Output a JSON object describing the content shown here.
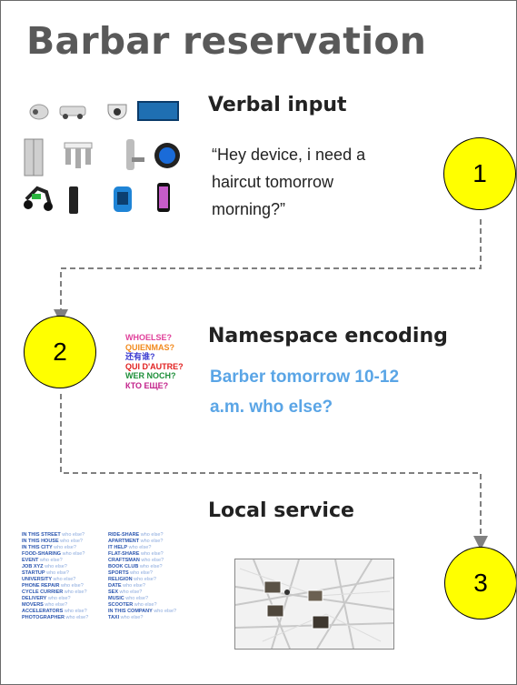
{
  "title": "Barbar reservation",
  "sections": {
    "verbal": {
      "heading": "Verbal input",
      "quote": "“Hey device, i need a haircut tomorrow morning?”"
    },
    "namespace": {
      "heading": "Namespace encoding",
      "encoded": "Barber  tomorrow 10-12 a.m. who else?"
    },
    "local": {
      "heading": "Local service"
    }
  },
  "steps": [
    {
      "number": "1"
    },
    {
      "number": "2"
    },
    {
      "number": "3"
    }
  ],
  "word_art": [
    {
      "text": "WHOELSE?",
      "color": "#e0409a"
    },
    {
      "text": "QUIENMAS?",
      "color": "#f28a1e"
    },
    {
      "text": "还有谁?",
      "color": "#3a3ad0"
    },
    {
      "text": "QUI D'AUTRE?",
      "color": "#e12020"
    },
    {
      "text": "WER NOCH?",
      "color": "#1e8f3a"
    },
    {
      "text": "КТО ЕЩЕ?",
      "color": "#c2208a"
    }
  ],
  "service_list_left": [
    "IN THIS STREET",
    "IN THIS HOUSE",
    "IN THIS CITY",
    "FOOD-SHARING",
    "EVENT",
    "JOB XYZ",
    "STARTUP",
    "UNIVERSITY",
    "PHONE REPAIR",
    "CYCLE CURRIER",
    "DELIVERY",
    "MOVERS",
    "ACCELERATORS",
    "PHOTOGRAPHER"
  ],
  "service_list_right": [
    "RIDE-SHARE",
    "APARTMENT",
    "IT HELP",
    "FLAT-SHARE",
    "CRAFTSMAN",
    "BOOK CLUB",
    "SPORTS",
    "RELIGION",
    "DATE",
    "SEX",
    "MUSIC",
    "SCOOTER",
    "IN THIS COMPANY",
    "TAXI"
  ],
  "service_suffix": "who else?",
  "colors": {
    "circle": "#ffff00",
    "encoded_text": "#5aa5e6",
    "title": "#595959",
    "dashed": "#808080"
  }
}
